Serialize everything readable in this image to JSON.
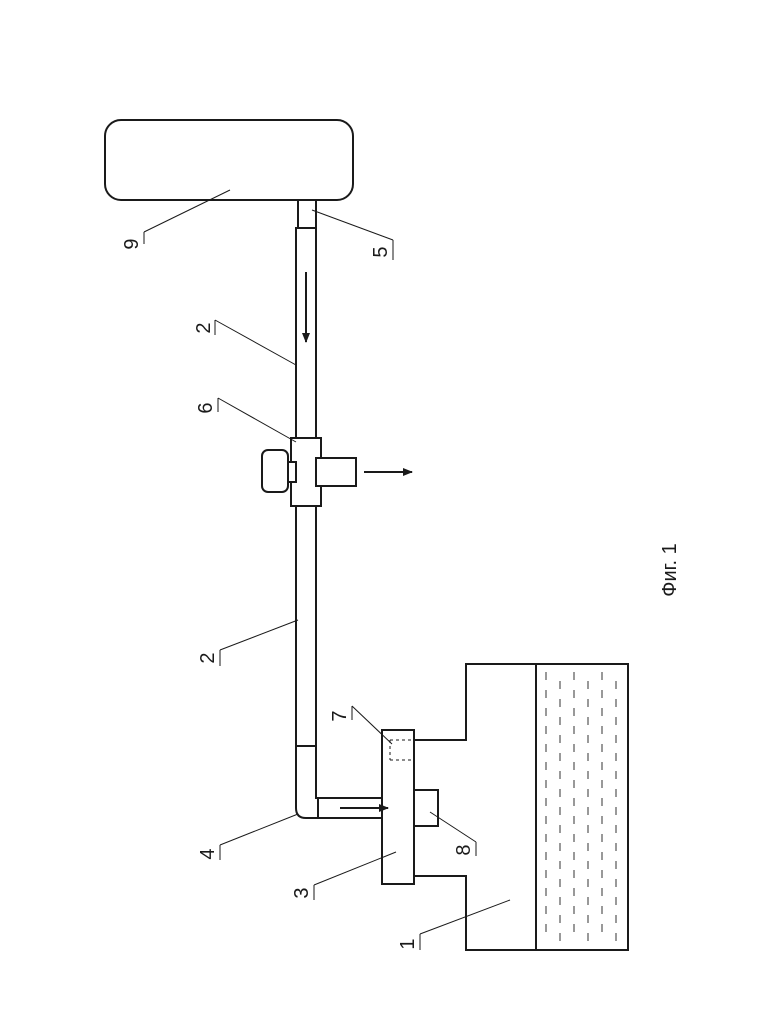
{
  "labels": {
    "tank": "1",
    "pipe_upper": "2",
    "pipe_lower": "2",
    "flange": "3",
    "elbow": "4",
    "outlet": "5",
    "valve": "6",
    "filter": "7",
    "plug": "8",
    "receiver": "9"
  },
  "caption": "Фиг. 1"
}
